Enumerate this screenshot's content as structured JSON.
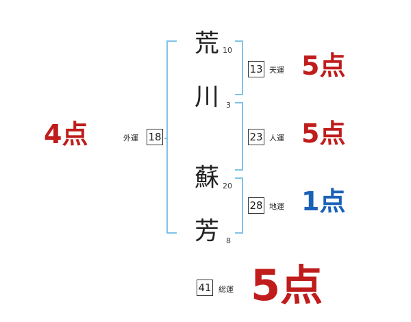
{
  "name": {
    "chars": [
      {
        "char": "荒",
        "strokes": "10"
      },
      {
        "char": "川",
        "strokes": "3"
      },
      {
        "char": "蘇",
        "strokes": "20"
      },
      {
        "char": "芳",
        "strokes": "8"
      }
    ]
  },
  "kakusu": {
    "tenkaku": {
      "value": "13",
      "label": "天運",
      "score": "5点"
    },
    "jinkaku": {
      "value": "23",
      "label": "人運",
      "score": "5点"
    },
    "chikaku": {
      "value": "28",
      "label": "地運",
      "score": "1点"
    },
    "gaikaku": {
      "value": "18",
      "label": "外運",
      "score": "4点"
    },
    "soukaku": {
      "value": "41",
      "label": "総運",
      "score": "5点"
    }
  },
  "colors": {
    "bracket": "#7ec3e6",
    "score_good": "#c01c1c",
    "score_bad": "#1a62b8",
    "text": "#222222"
  }
}
